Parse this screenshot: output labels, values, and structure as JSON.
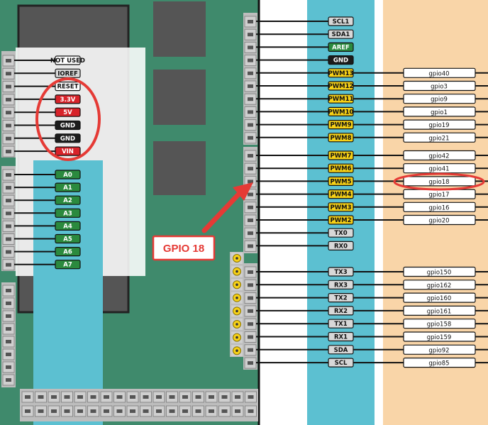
{
  "colors": {
    "board": "#3f8a6c",
    "pad_white": "#ffffff",
    "pad_cyan": "#5cc0d1",
    "pad_peach": "#f9d5a8",
    "label_black": "#1c1c1c",
    "label_green": "#2b8a3e",
    "label_red": "#d8232a",
    "label_yellow": "#f7d117",
    "label_white": "#ffffff",
    "label_grey": "#d8d8d8",
    "annotation_red": "#e53a35"
  },
  "left_power_header": [
    {
      "label": "NOT USED",
      "style": "white"
    },
    {
      "label": "IOREF",
      "style": "grey"
    },
    {
      "label": "RESET",
      "style": "white"
    },
    {
      "label": "3.3V",
      "style": "red"
    },
    {
      "label": "5V",
      "style": "red"
    },
    {
      "label": "GND",
      "style": "black"
    },
    {
      "label": "GND",
      "style": "black"
    },
    {
      "label": "VIN",
      "style": "red"
    }
  ],
  "left_analog_header": [
    {
      "label": "A0",
      "style": "green"
    },
    {
      "label": "A1",
      "style": "green"
    },
    {
      "label": "A2",
      "style": "green"
    },
    {
      "label": "A3",
      "style": "green"
    },
    {
      "label": "A4",
      "style": "green"
    },
    {
      "label": "A5",
      "style": "green"
    },
    {
      "label": "A6",
      "style": "green"
    },
    {
      "label": "A7",
      "style": "green"
    }
  ],
  "right_top_header": [
    {
      "label": "SCL1",
      "style": "grey",
      "gpio": ""
    },
    {
      "label": "SDA1",
      "style": "grey",
      "gpio": ""
    },
    {
      "label": "AREF",
      "style": "green",
      "gpio": ""
    },
    {
      "label": "GND",
      "style": "black",
      "gpio": ""
    },
    {
      "label": "PWM13",
      "style": "yellow",
      "gpio": "gpio40"
    },
    {
      "label": "PWM12",
      "style": "yellow",
      "gpio": "gpio3"
    },
    {
      "label": "PWM11",
      "style": "yellow",
      "gpio": "gpio9"
    },
    {
      "label": "PWM10",
      "style": "yellow",
      "gpio": "gpio1"
    },
    {
      "label": "PWM9",
      "style": "yellow",
      "gpio": "gpio19"
    },
    {
      "label": "PWM8",
      "style": "yellow",
      "gpio": "gpio21"
    }
  ],
  "right_mid_header": [
    {
      "label": "PWM7",
      "style": "yellow",
      "gpio": "gpio42"
    },
    {
      "label": "PWM6",
      "style": "yellow",
      "gpio": "gpio41"
    },
    {
      "label": "PWM5",
      "style": "yellow",
      "gpio": "gpio18"
    },
    {
      "label": "PWM4",
      "style": "yellow",
      "gpio": "gpio17"
    },
    {
      "label": "PWM3",
      "style": "yellow",
      "gpio": "gpio16"
    },
    {
      "label": "PWM2",
      "style": "yellow",
      "gpio": "gpio20"
    },
    {
      "label": "TX0",
      "style": "grey",
      "gpio": ""
    },
    {
      "label": "RX0",
      "style": "grey",
      "gpio": ""
    }
  ],
  "right_bottom_header": [
    {
      "label": "TX3",
      "style": "grey",
      "gpio": "gpio150"
    },
    {
      "label": "RX3",
      "style": "grey",
      "gpio": "gpio162"
    },
    {
      "label": "TX2",
      "style": "grey",
      "gpio": "gpio160"
    },
    {
      "label": "RX2",
      "style": "grey",
      "gpio": "gpio161"
    },
    {
      "label": "TX1",
      "style": "grey",
      "gpio": "gpio158"
    },
    {
      "label": "RX1",
      "style": "grey",
      "gpio": "gpio159"
    },
    {
      "label": "SDA",
      "style": "grey",
      "gpio": "gpio92"
    },
    {
      "label": "SCL",
      "style": "grey",
      "gpio": "gpio85"
    }
  ],
  "callout": {
    "label": "GPIO 18",
    "highlighted_gpio": "gpio18"
  }
}
